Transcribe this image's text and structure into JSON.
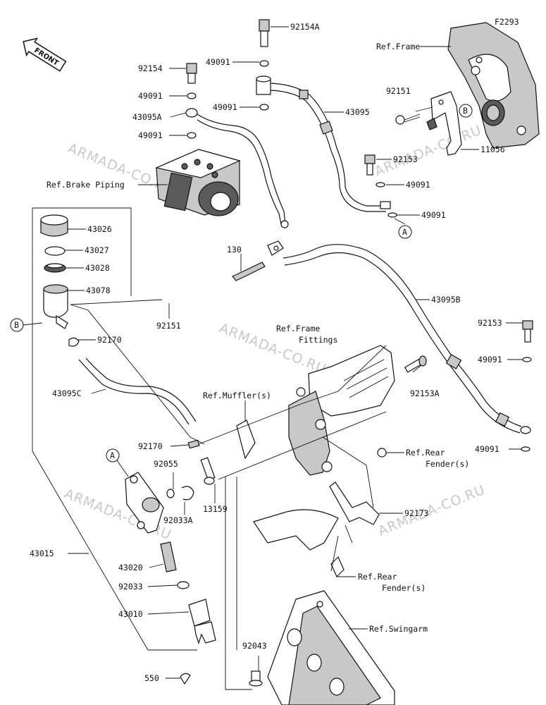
{
  "diagram_code": "F2293",
  "front_marker": "FRONT",
  "watermark": "ARMADA-CO.RU",
  "callouts": {
    "A": "A",
    "B": "B"
  },
  "labels": {
    "p92154A": "92154A",
    "p49091_top": "49091",
    "p92154": "92154",
    "p49091_a": "49091",
    "p49091_b": "49091",
    "p43095A": "43095A",
    "p49091_c": "49091",
    "p43095": "43095",
    "ref_brake_piping": "Ref.Brake Piping",
    "ref_frame_top": "Ref.Frame",
    "p92151_top": "92151",
    "p11056": "11056",
    "p92153_mid": "92153",
    "p49091_d": "49091",
    "p49091_e": "49091",
    "p43026": "43026",
    "p43027": "43027",
    "p43028": "43028",
    "p43078": "43078",
    "p130": "130",
    "p43095B": "43095B",
    "p92151_mid": "92151",
    "p92170_a": "92170",
    "ref_frame_fittings_1": "Ref.Frame",
    "ref_frame_fittings_2": "Fittings",
    "p92153_right": "92153",
    "p49091_f": "49091",
    "p43095C": "43095C",
    "p92153A": "92153A",
    "ref_muffler": "Ref.Muffler(s)",
    "p92170_b": "92170",
    "p49091_g": "49091",
    "ref_rear_fender_1a": "Ref.Rear",
    "ref_rear_fender_1b": "Fender(s)",
    "p92055": "92055",
    "p13159": "13159",
    "p92033A": "92033A",
    "p92173": "92173",
    "p43015": "43015",
    "p43020": "43020",
    "ref_rear_fender_2a": "Ref.Rear",
    "ref_rear_fender_2b": "Fender(s)",
    "p92033": "92033",
    "p43010": "43010",
    "ref_swingarm": "Ref.Swingarm",
    "p92043": "92043",
    "p550": "550"
  }
}
